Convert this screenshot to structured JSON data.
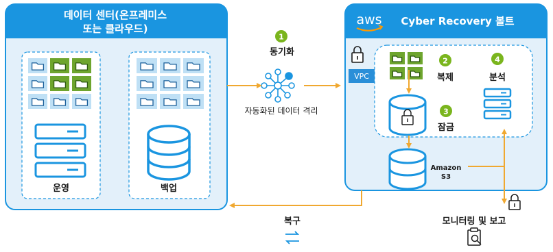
{
  "datacenter": {
    "title_line1": "데이터 센터(온프레미스",
    "title_line2": "또는 클라우드)",
    "production_label": "운영",
    "backup_label": "백업"
  },
  "vault": {
    "aws_logo": "aws",
    "title": "Cyber Recovery 볼트",
    "vpc_label": "VPC",
    "amazon_s3_line1": "Amazon",
    "amazon_s3_line2": "S3"
  },
  "steps": [
    {
      "number": "1",
      "label": "동기화"
    },
    {
      "number": "2",
      "label": "복제"
    },
    {
      "number": "3",
      "label": "잠금"
    },
    {
      "number": "4",
      "label": "분석"
    }
  ],
  "isolation_label": "자동화된 데이터 격리",
  "recovery_label": "복구",
  "monitoring_label": "모니터링 및 보고",
  "colors": {
    "header_blue": "#1a95e0",
    "panel_fill": "#e3f0fa",
    "folder_green": "#6ea52e",
    "folder_blue": "#bfe0f5",
    "icon_blue": "#1a95e0",
    "arrow_orange": "#f0a830",
    "badge_green": "#7ab51d",
    "aws_orange": "#ff9900"
  }
}
